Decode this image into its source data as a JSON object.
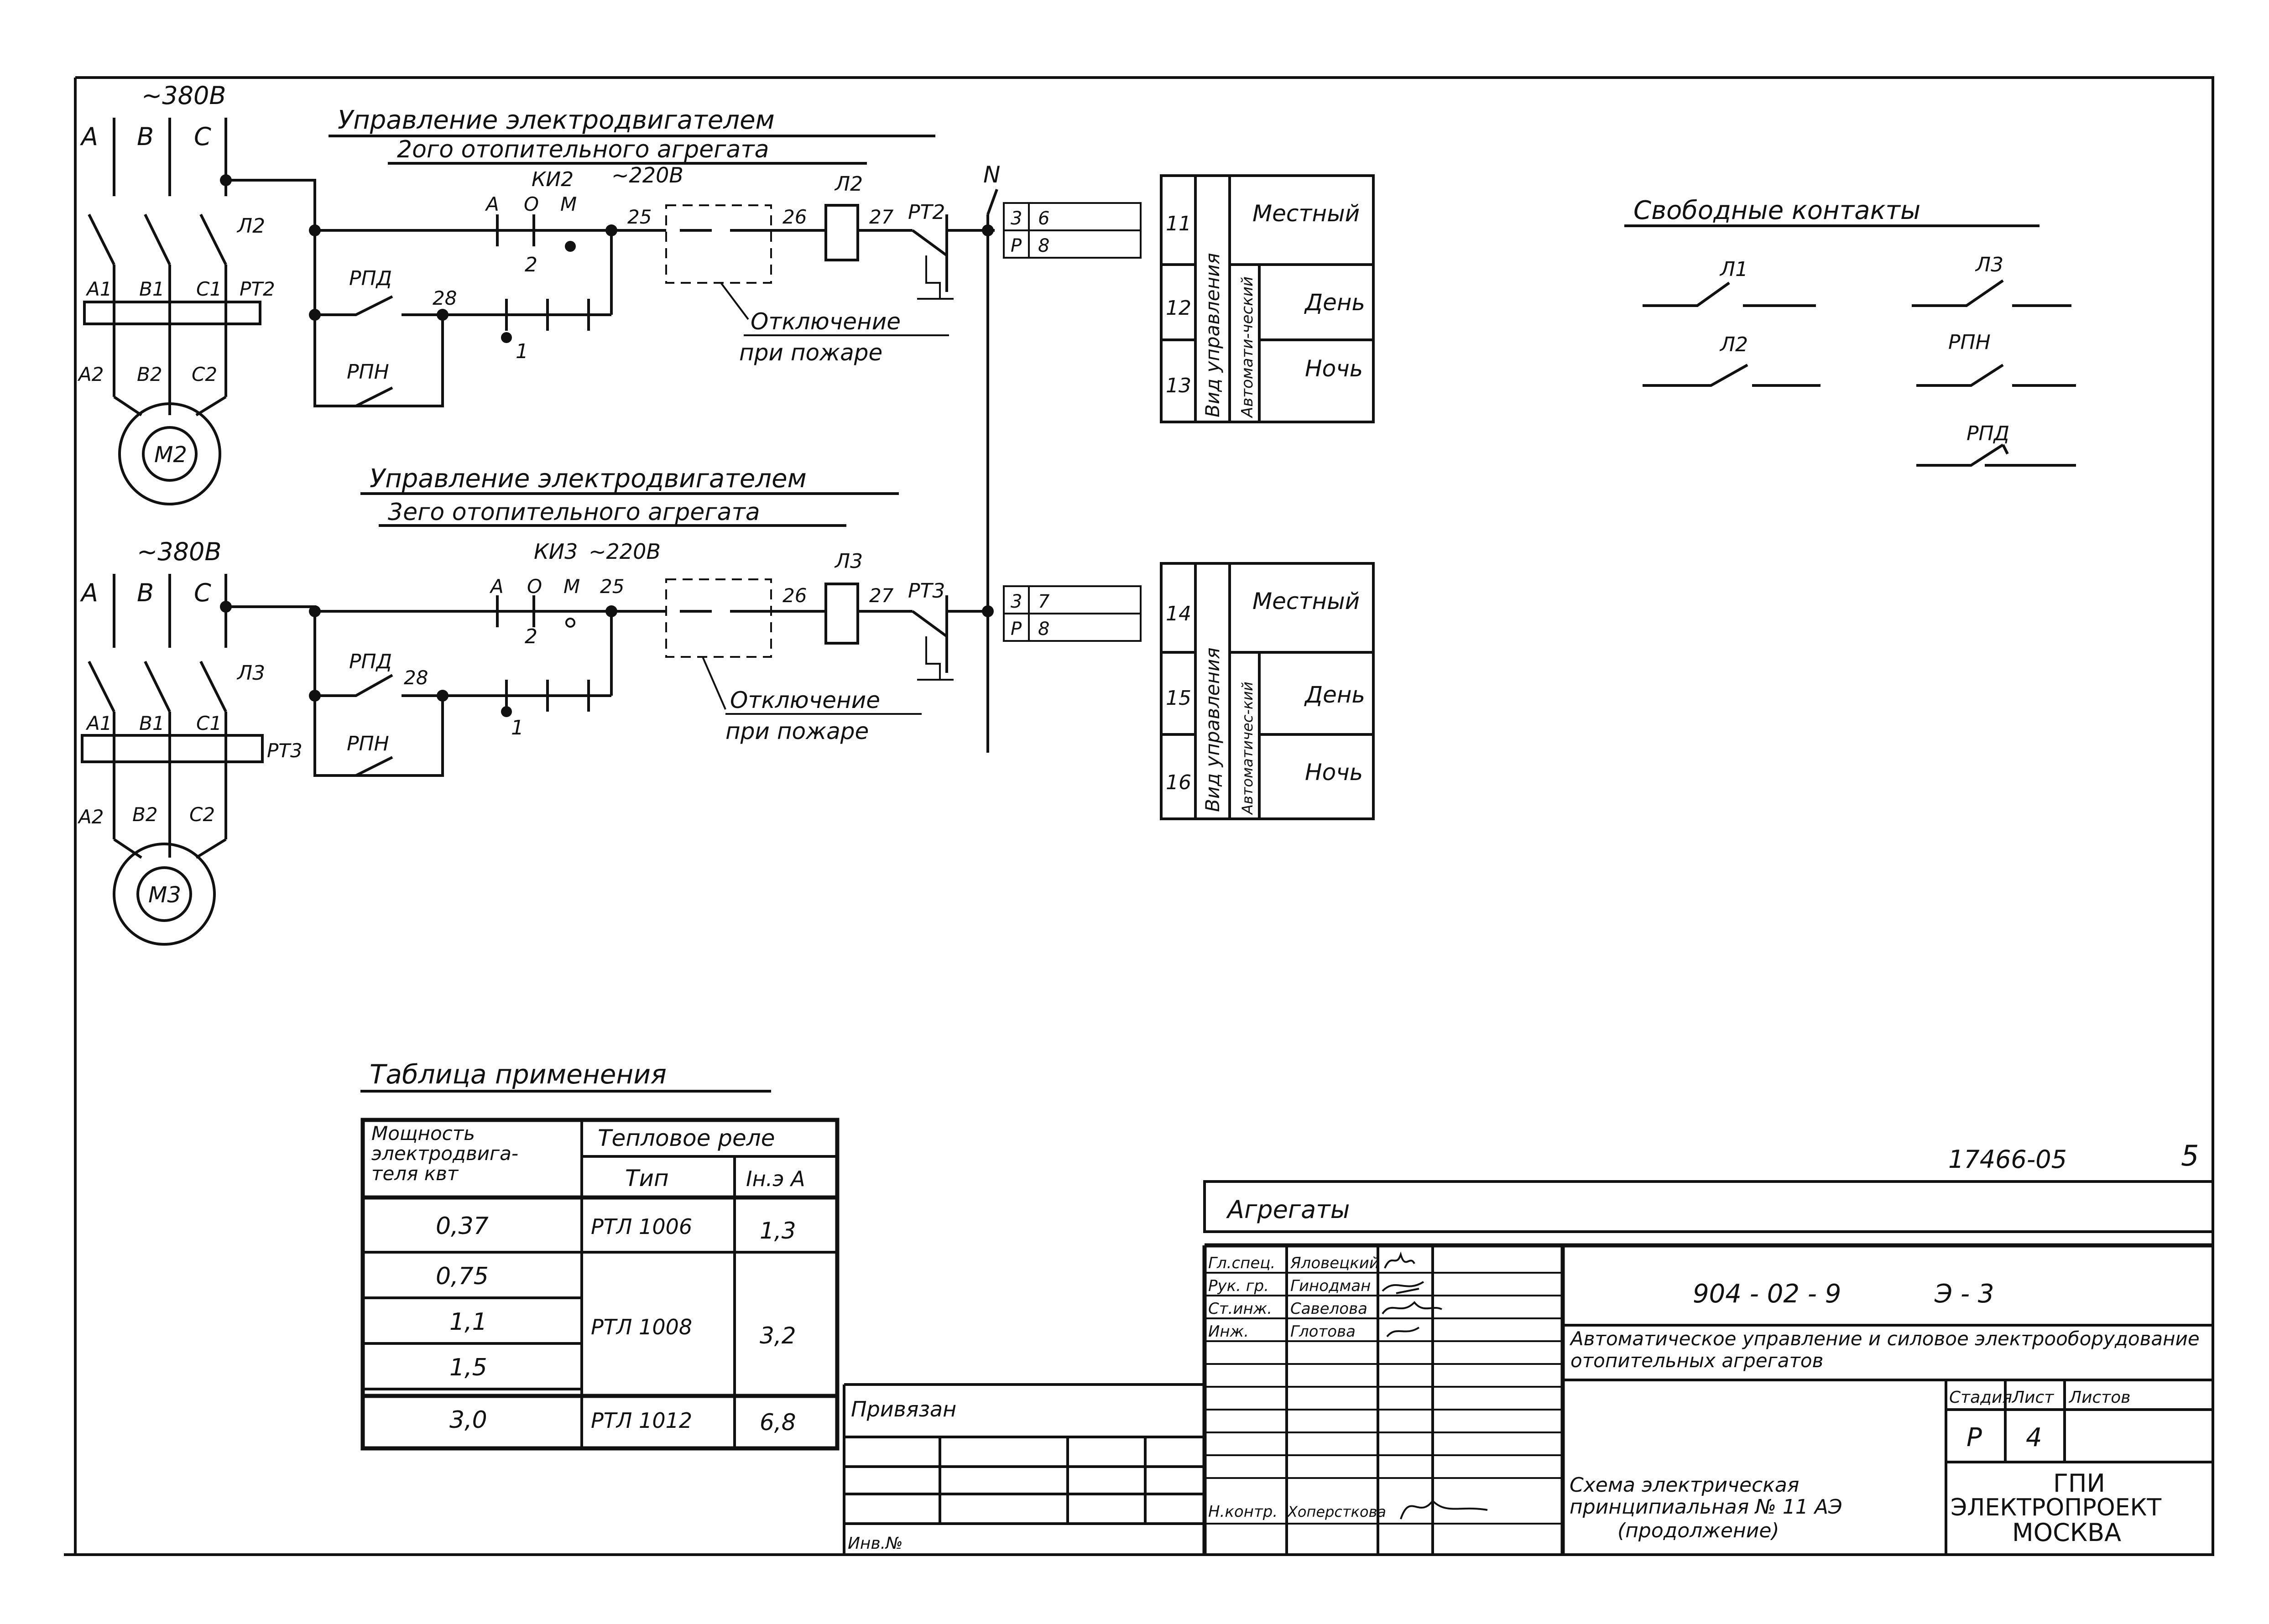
{
  "circuit2": {
    "voltage_main": "~380В",
    "phases": [
      "А",
      "В",
      "С"
    ],
    "title_line1": "Управление электродвигателем",
    "title_line2": "2ого отопительного агрегата",
    "voltage_ctrl": "~220В",
    "switch": "КИ2",
    "switch_positions": [
      "А",
      "О",
      "М"
    ],
    "switch_pos_left": "2",
    "switch_pos_bottom": "1",
    "contactor": "Л2",
    "terminals_top": [
      "А1",
      "В1",
      "С1"
    ],
    "terminals_bottom": [
      "А2",
      "В2",
      "С2"
    ],
    "thermal": "РТ2",
    "motor": "М2",
    "relay_rpd": "РПД",
    "relay_rpn": "РПН",
    "wire_labels": [
      "25",
      "26",
      "27",
      "28"
    ],
    "coil": "Л2",
    "fire_label_1": "Отключение",
    "fire_label_2": "при пожаре",
    "conn_rows": [
      [
        "3",
        "6"
      ],
      [
        "Р",
        "8"
      ]
    ]
  },
  "circuit3": {
    "voltage_main": "~380В",
    "phases": [
      "А",
      "В",
      "С"
    ],
    "title_line1": "Управление электродвигателем",
    "title_line2": "3его отопительного агрегата",
    "voltage_ctrl": "~220В",
    "switch": "КИ3",
    "switch_positions": [
      "А",
      "О",
      "М"
    ],
    "switch_pos_left": "2",
    "switch_pos_bottom": "1",
    "contactor": "Л3",
    "terminals_top": [
      "А1",
      "В1",
      "С1"
    ],
    "terminals_bottom": [
      "А2",
      "В2",
      "С2"
    ],
    "thermal": "РТ3",
    "motor": "М3",
    "relay_rpd": "РПД",
    "relay_rpn": "РПН",
    "wire_labels": [
      "25",
      "26",
      "27",
      "28"
    ],
    "coil": "Л3",
    "fire_label_1": "Отключение",
    "fire_label_2": "при пожаре",
    "conn_rows": [
      [
        "3",
        "7"
      ],
      [
        "Р",
        "8"
      ]
    ]
  },
  "neutral": "N",
  "mode_table_1": {
    "rows": [
      "11",
      "12",
      "13"
    ],
    "group": "Вид управления",
    "sub": "Автомати-ческий",
    "modes": [
      "Местный",
      "День",
      "Ночь"
    ]
  },
  "mode_table_2": {
    "rows": [
      "14",
      "15",
      "16"
    ],
    "group": "Вид управления",
    "sub": "Автоматичес-кий",
    "modes": [
      "Местный",
      "День",
      "Ночь"
    ]
  },
  "free_contacts": {
    "title": "Свободные контакты",
    "items": [
      "Л1",
      "Л3",
      "Л2",
      "РПН",
      "РПД"
    ]
  },
  "application_table": {
    "title": "Таблица применения",
    "header_power": "Мощность электродвига-теля квт",
    "header_relay": "Тепловое реле",
    "header_type": "Тип",
    "header_current": "Iн.э А",
    "powers": [
      "0,37",
      "0,75",
      "1,1",
      "1,5",
      "3,0"
    ],
    "types": [
      "РТЛ 1006",
      "РТЛ 1008",
      "РТЛ 1012"
    ],
    "currents": [
      "1,3",
      "3,2",
      "6,8"
    ]
  },
  "title_block": {
    "doc_number": "17466-05",
    "page_number": "5",
    "section": "Агрегаты",
    "code": "904 - 02 - 9",
    "sheet_code": "Э - 3",
    "description": "Автоматическое управление и силовое электрооборудование отопительных агрегатов",
    "roles": [
      "Гл.спец.",
      "Рук. гр.",
      "Ст.инж.",
      "Инж.",
      "Н.контр."
    ],
    "names": [
      "Яловецкий",
      "Гинодман",
      "Савелова",
      "Глотова",
      "Хоперсткова"
    ],
    "stage_header": "Стадия",
    "sheet_header": "Лист",
    "sheets_header": "Листов",
    "stage": "Р",
    "sheet": "4",
    "sheets": "",
    "scheme_line1": "Схема электрическая",
    "scheme_line2": "принципиальная № 11 АЭ",
    "scheme_line3": "(продолжение)",
    "org_line1": "ГПИ",
    "org_line2": "ЭЛЕКТРОПРОЕКТ",
    "org_line3": "МОСКВА",
    "bound": "Привязан",
    "inv": "Инв.№"
  }
}
